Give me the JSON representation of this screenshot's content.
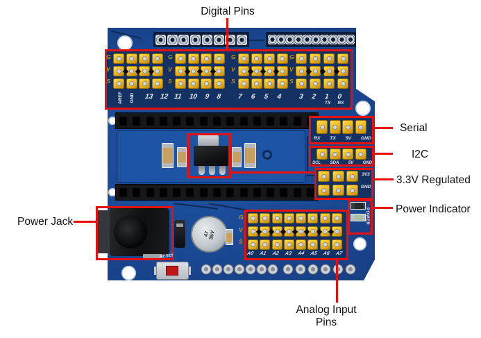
{
  "annotations": {
    "digital_pins": "Digital Pins",
    "serial": "Serial",
    "i2c": "I2C",
    "regulated_33v": "3.3V Regulated",
    "power_indicator": "Power Indicator",
    "power_jack": "Power Jack",
    "analog_input_line1": "Analog Input",
    "analog_input_line2": "Pins"
  },
  "silkscreen": {
    "gvs": [
      "G",
      "V",
      "S"
    ],
    "aref": "AREF",
    "gnd": "GND",
    "digital_group1": [
      "13",
      "12"
    ],
    "digital_group2": [
      "11",
      "10",
      "9",
      "8"
    ],
    "digital_group3": [
      "7",
      "6",
      "5",
      "4"
    ],
    "digital_group4": [
      "3",
      "2",
      "1",
      "0"
    ],
    "tx": "TX",
    "rx": "RX",
    "serial_header": [
      "RX",
      "TX",
      "5V",
      "GND"
    ],
    "i2c_header": [
      "SCL",
      "SDA",
      "5V",
      "GND"
    ],
    "v33_label": "3V3",
    "v33_gnd_label": "GND",
    "power_label": "POWER",
    "reset_label": "RESET",
    "analog_header": [
      "A0",
      "A1",
      "A2",
      "A3",
      "A4",
      "A5",
      "A6",
      "A7"
    ],
    "capacitor_marking": "47 35V"
  },
  "colors": {
    "annotation_red": "#e8100c",
    "board_blue": "#1b4c9b",
    "board_dark_blue": "#133162",
    "pin_yellow": "#f0c027"
  }
}
